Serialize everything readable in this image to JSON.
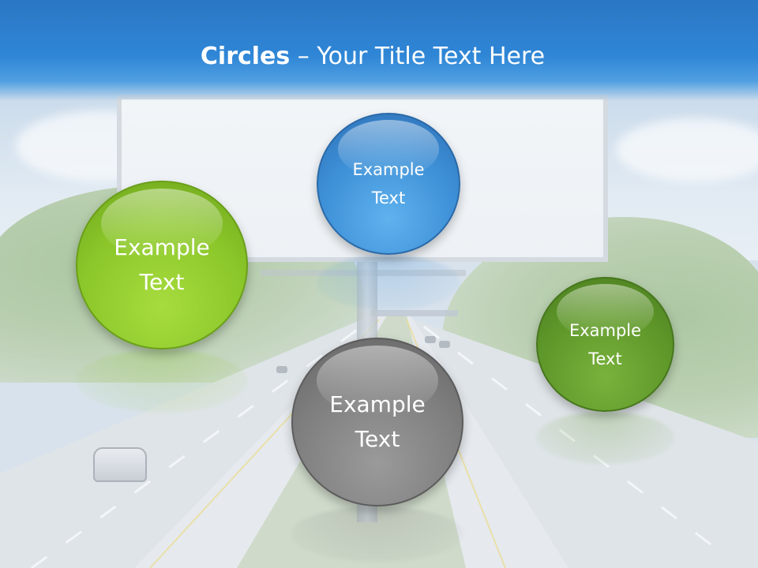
{
  "slide": {
    "title_bold": "Circles",
    "title_rest": " – Your Title Text Here",
    "colors": {
      "title_bar": "#2f86d6",
      "title_text": "#ffffff"
    }
  },
  "circles": [
    {
      "id": "top-blue",
      "label": "Example\nText",
      "color": "#3d8fd6"
    },
    {
      "id": "left-light-green",
      "label": "Example\nText",
      "color": "#8bc72a"
    },
    {
      "id": "bottom-gray",
      "label": "Example\nText",
      "color": "#7f7f7f"
    },
    {
      "id": "right-dark-green",
      "label": "Example\nText",
      "color": "#5f982a"
    }
  ]
}
